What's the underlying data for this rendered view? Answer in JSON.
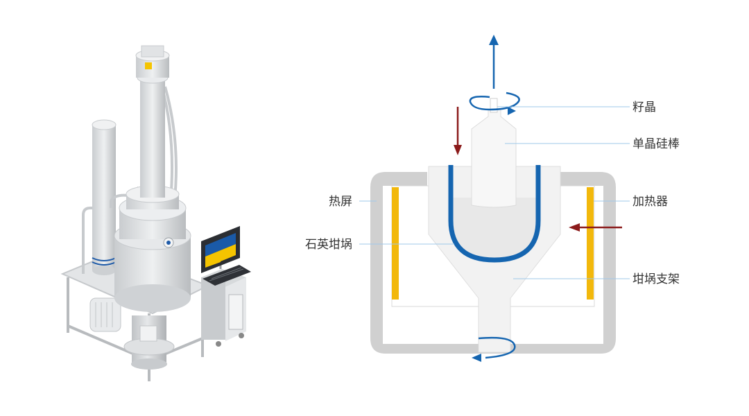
{
  "labels": {
    "seed_crystal": "籽晶",
    "single_crystal_rod": "单晶硅棒",
    "heat_shield": "热屏",
    "heater": "加热器",
    "quartz_crucible": "石英坩埚",
    "crucible_support": "坩埚支架"
  },
  "colors": {
    "blue_arrow": "#1565b0",
    "red_arrow": "#8b1a1a",
    "heater": "#f2b80c",
    "crucible_wall": "#1565b0",
    "furnace_wall": "#cfcfcf",
    "leader_line": "#9fc8ea",
    "screen_yellow": "#f5c400",
    "screen_blue": "#1a5aa8"
  }
}
